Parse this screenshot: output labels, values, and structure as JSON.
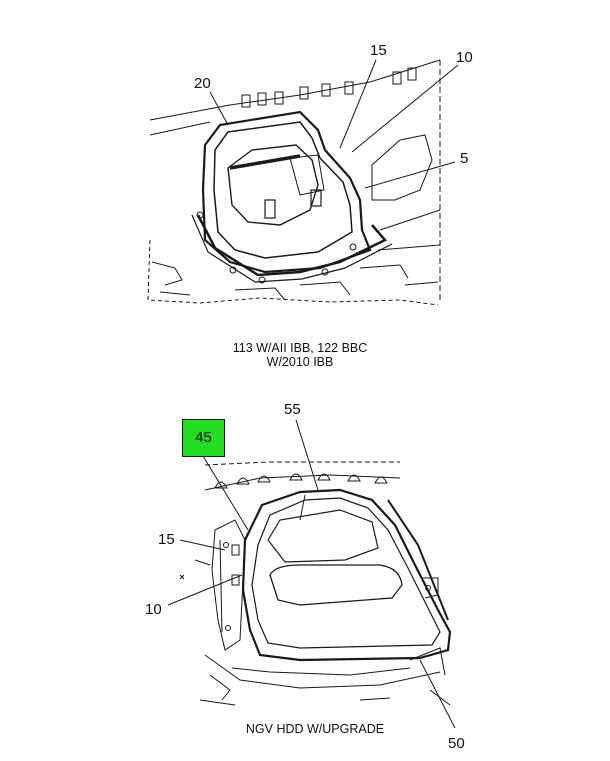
{
  "top_view": {
    "caption_line1": "113 W/AII IBB, 122 BBC",
    "caption_line2": "W/2010 IBB",
    "callouts": [
      "20",
      "15",
      "10",
      "5"
    ]
  },
  "bottom_view": {
    "caption": "NGV HDD W/UPGRADE",
    "callouts": [
      "55",
      "15",
      "10",
      "50"
    ],
    "highlighted_callout": "45"
  },
  "colors": {
    "highlight": "#22dd22",
    "line": "#1a1a1a"
  }
}
